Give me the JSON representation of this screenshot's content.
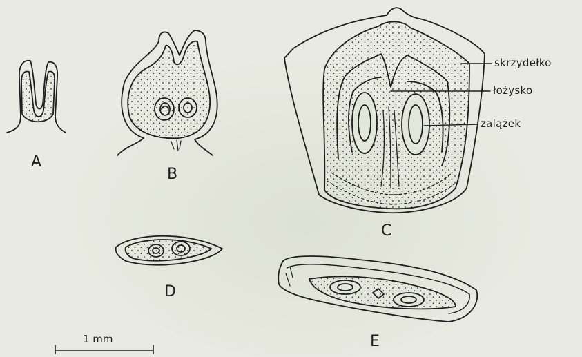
{
  "figure": {
    "panels": [
      "A",
      "B",
      "C",
      "D",
      "E"
    ],
    "part_labels": [
      "skrzydełko",
      "łożysko",
      "zalążek"
    ],
    "scale_bar": "1 mm"
  },
  "colors": {
    "paper": "#e9ebe2",
    "ink": "#1e1e1e",
    "tissue": "#dfe2d6"
  }
}
